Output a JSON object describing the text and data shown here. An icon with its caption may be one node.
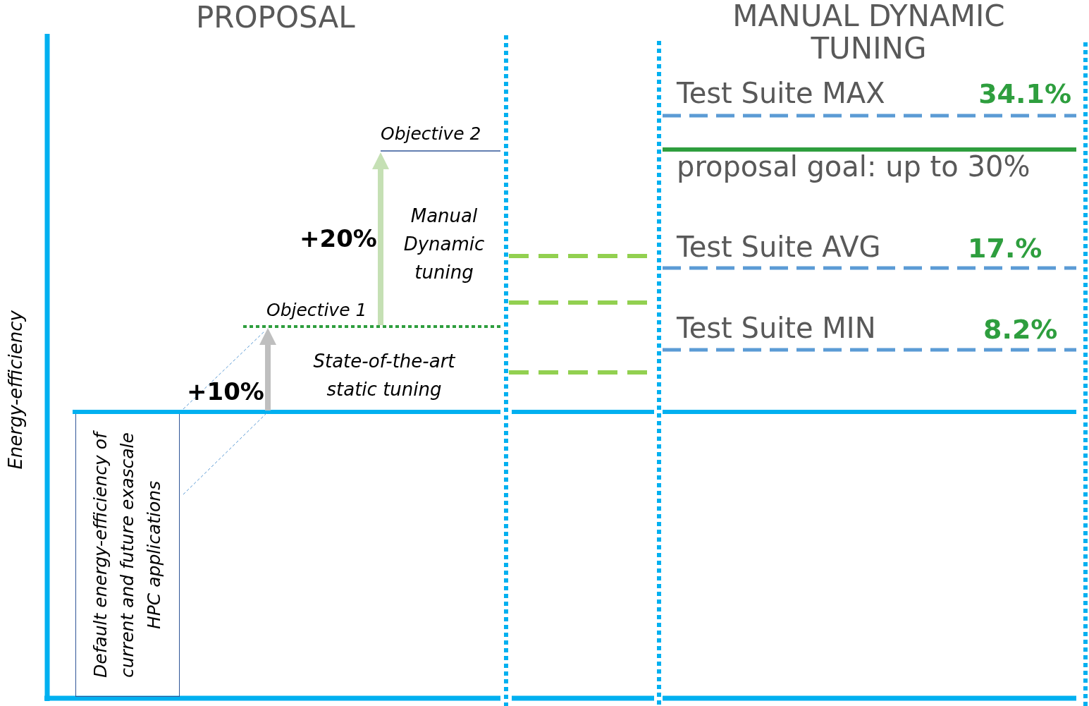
{
  "diagram": {
    "nodes": [
      {
        "text": [
          "Default energy-efficiency of current and future exascale HPC applications"
        ]
      }
    ],
    "labels": [
      "PROPOSAL",
      "MANUAL DYNAMIC TUNING",
      "Test Suite MAX",
      "34.1%",
      "Objective 2",
      "proposal goal: up to 30%",
      "Manual Dynamic tuning",
      "+20%",
      "Test Suite AVG",
      "17.%",
      "Objective 1",
      "Test Suite MIN",
      "8.2%",
      "State-of-the-art static tuning",
      "+10%",
      "Energy-efficiency"
    ]
  }
}
